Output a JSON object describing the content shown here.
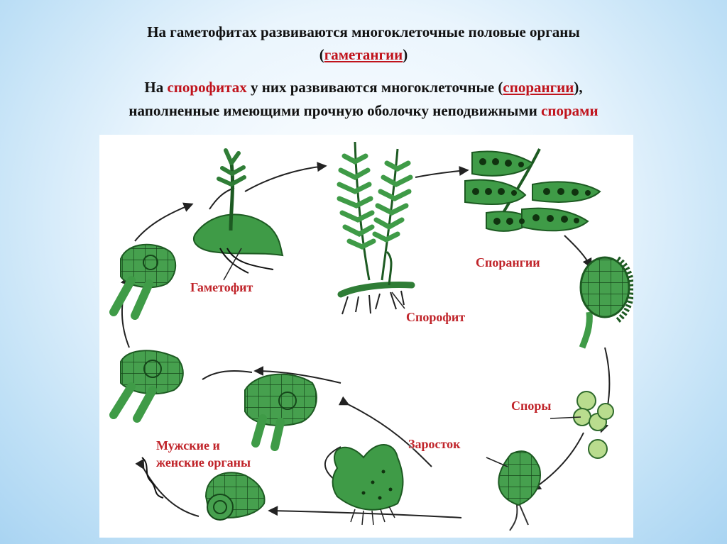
{
  "heading": {
    "line1": "На гаметофитах развиваются многоклеточные половые органы",
    "line2_open": "(",
    "line2_term": "гаметангии",
    "line2_close": ")",
    "line3_a": "На ",
    "line3_term1": "спорофитах",
    "line3_b": " у них развиваются многоклеточные (",
    "line3_term2": "спорангии",
    "line3_c": "),",
    "line4_a": "наполненные имеющими прочную оболочку неподвижными ",
    "line4_term": "спорами"
  },
  "diagram": {
    "labels": {
      "gametophyte": "Гаметофит",
      "sporophyte": "Спорофит",
      "sporangia": "Спорангии",
      "spores": "Споры",
      "prothallus": "Заросток",
      "organs_line1": "Мужские и",
      "organs_line2": "женские органы"
    }
  },
  "colors": {
    "text": "#111111",
    "accent_red": "#c0131c",
    "label_red": "#c0242a",
    "plant_green": "#3f9b47",
    "plant_dark": "#1d5a22",
    "spore_light": "#b9dc8e"
  }
}
